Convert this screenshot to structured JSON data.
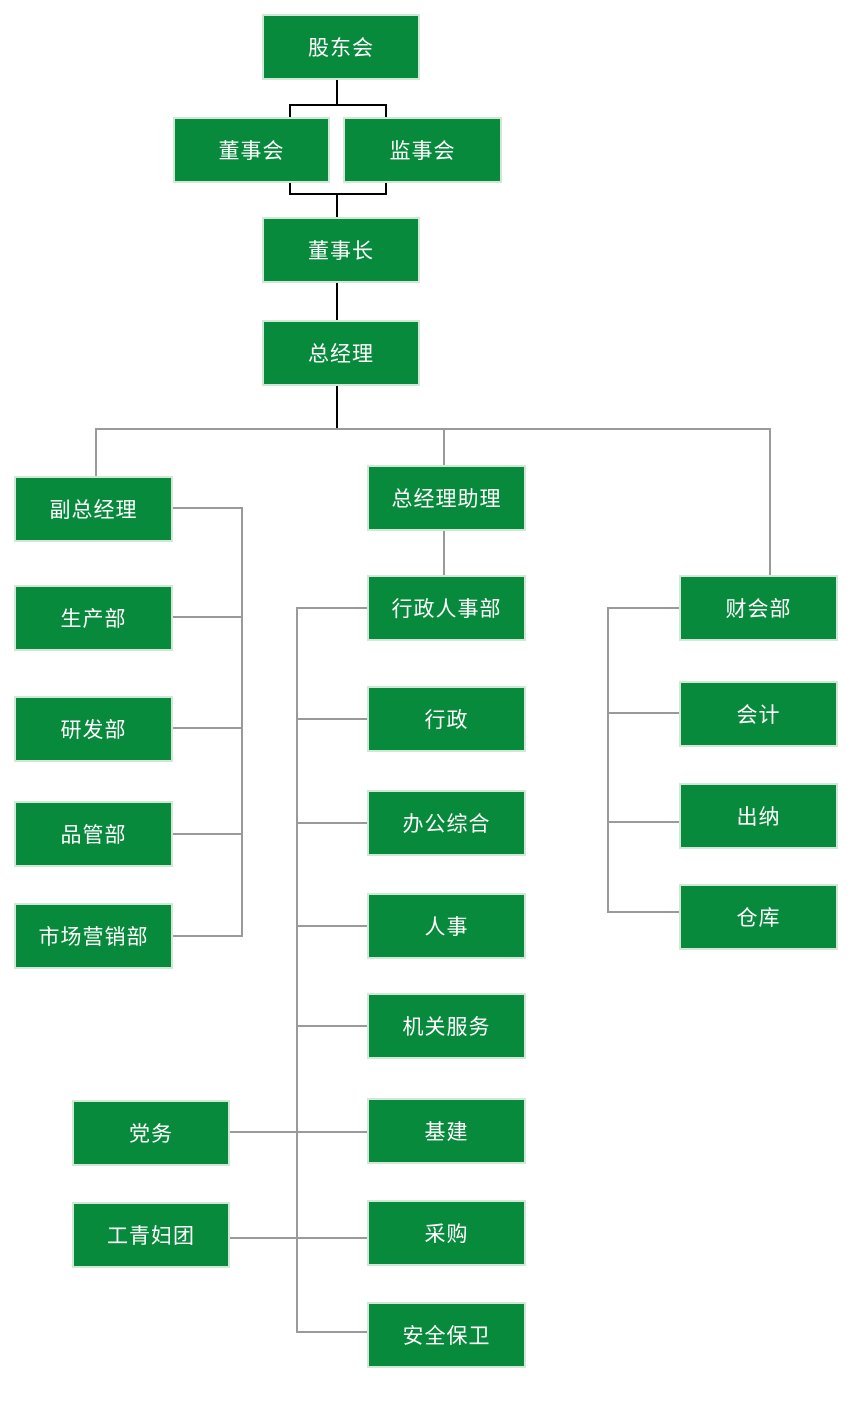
{
  "colors": {
    "box_fill": "#088a3c",
    "box_border": "#cfe9d6",
    "box_text": "#ffffff",
    "line_dark": "#000000",
    "line_gray": "#9a9a9a",
    "background": "#ffffff"
  },
  "nodes": {
    "shareholders_meeting": {
      "label": "股东会"
    },
    "board_of_directors": {
      "label": "董事会"
    },
    "supervisory_board": {
      "label": "监事会"
    },
    "chairman": {
      "label": "董事长"
    },
    "general_manager": {
      "label": "总经理"
    },
    "deputy_general_manager": {
      "label": "副总经理"
    },
    "production_dept": {
      "label": "生产部"
    },
    "rnd_dept": {
      "label": "研发部"
    },
    "quality_dept": {
      "label": "品管部"
    },
    "marketing_dept": {
      "label": "市场营销部"
    },
    "gm_assistant": {
      "label": "总经理助理"
    },
    "admin_hr_dept": {
      "label": "行政人事部"
    },
    "administration": {
      "label": "行政"
    },
    "office_general": {
      "label": "办公综合"
    },
    "personnel": {
      "label": "人事"
    },
    "agency_services": {
      "label": "机关服务"
    },
    "infrastructure": {
      "label": "基建"
    },
    "procurement": {
      "label": "采购"
    },
    "security": {
      "label": "安全保卫"
    },
    "party_affairs": {
      "label": "党务"
    },
    "union_youth_women": {
      "label": "工青妇团"
    },
    "finance_dept": {
      "label": "财会部"
    },
    "accounting": {
      "label": "会计"
    },
    "cashier": {
      "label": "出纳"
    },
    "warehouse": {
      "label": "仓库"
    }
  },
  "hierarchy": {
    "股东会": [
      "董事会",
      "监事会"
    ],
    "董事会,监事会": [
      "董事长"
    ],
    "董事长": [
      "总经理"
    ],
    "总经理": [
      "副总经理",
      "总经理助理",
      "财会部"
    ],
    "副总经理": [
      "生产部",
      "研发部",
      "品管部",
      "市场营销部"
    ],
    "总经理助理": [
      "行政人事部"
    ],
    "行政人事部": [
      "行政",
      "办公综合",
      "人事",
      "机关服务",
      "基建",
      "采购",
      "安全保卫"
    ],
    "财会部": [
      "会计",
      "出纳",
      "仓库"
    ],
    "side_links": {
      "党务": "基建",
      "工青妇团": "采购"
    }
  }
}
